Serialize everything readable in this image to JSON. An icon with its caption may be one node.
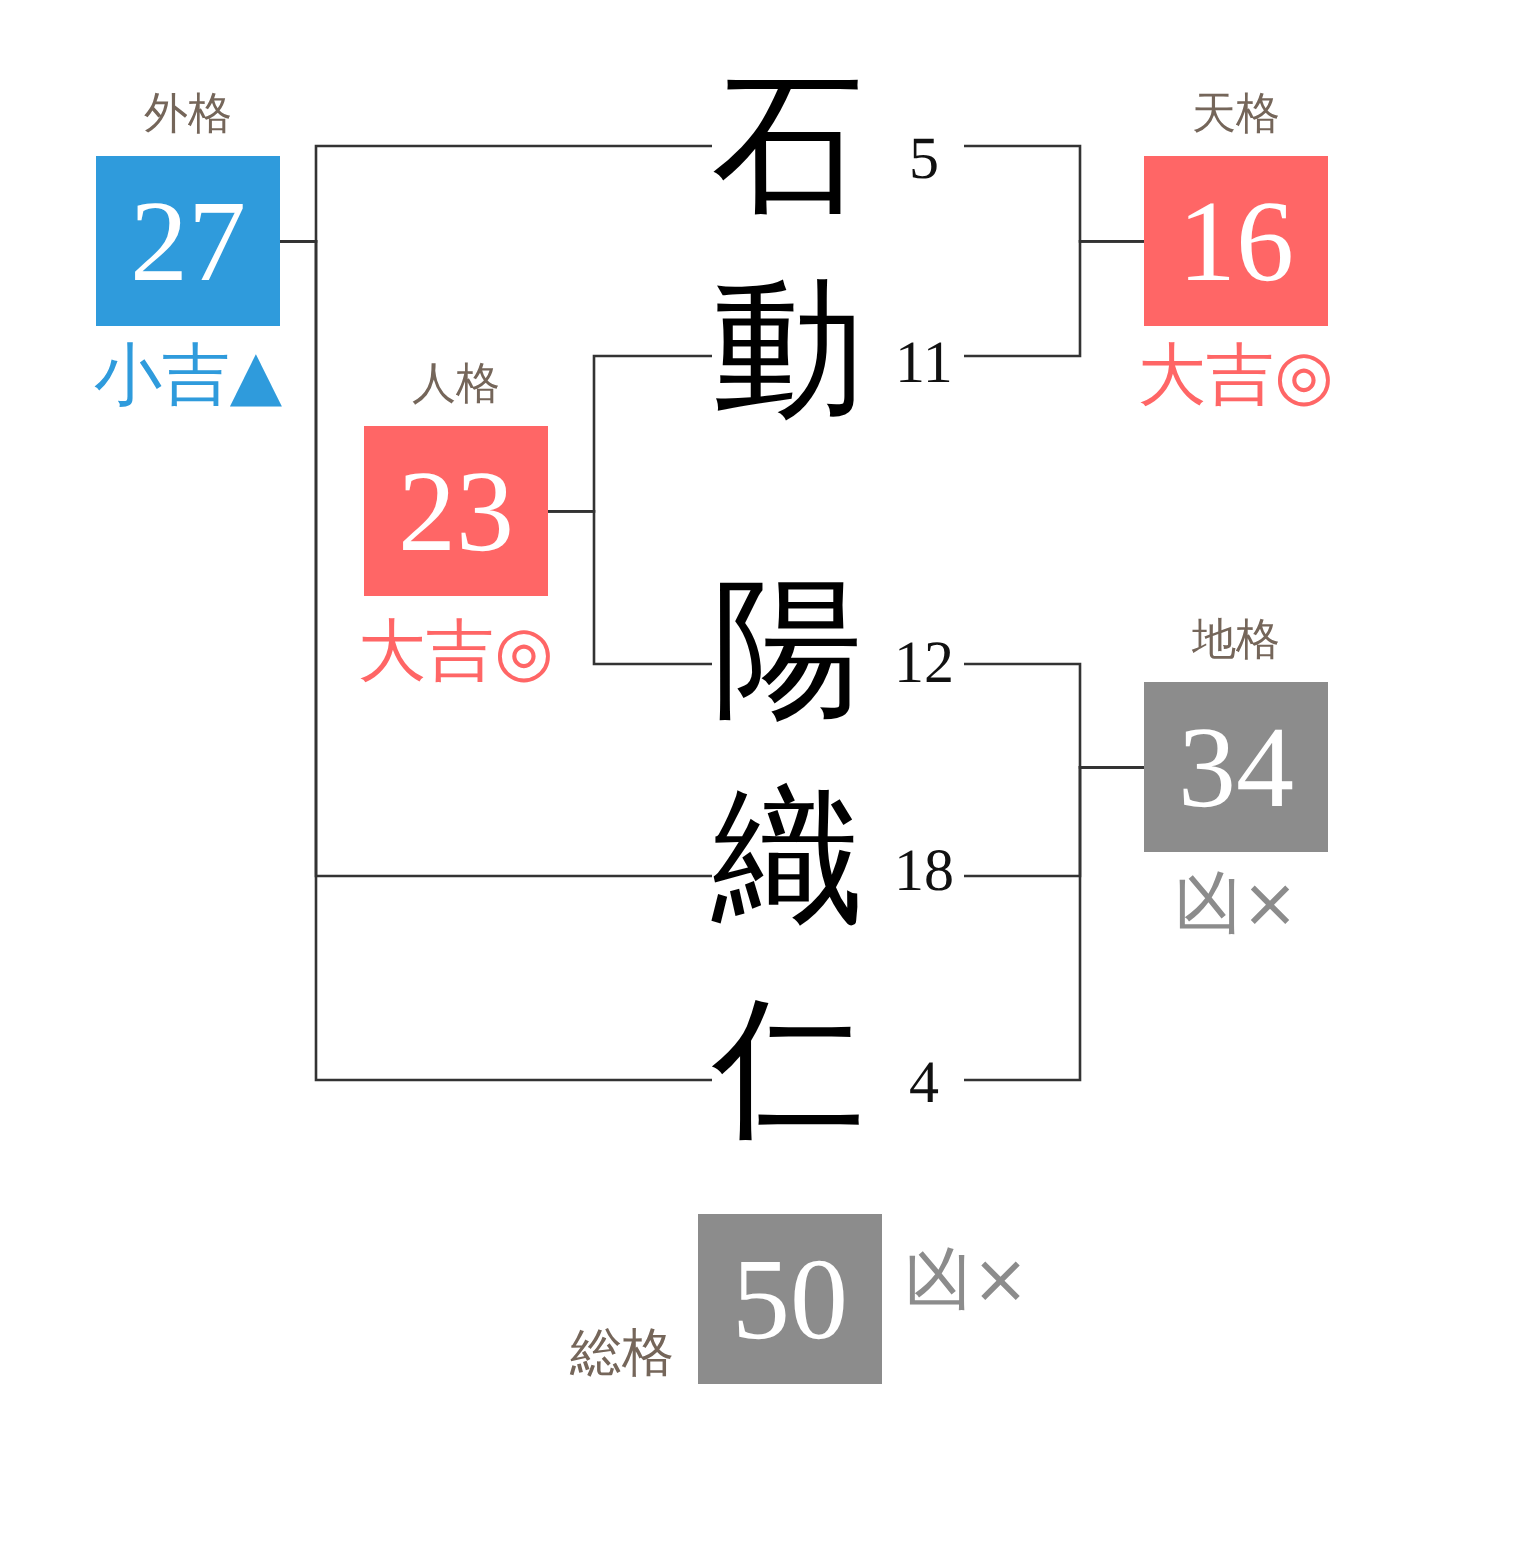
{
  "diagram": {
    "nodes": [
      {
        "text": [
          "外格",
          "27"
        ],
        "beside": [
          "小吉▲"
        ]
      },
      {
        "text": [
          "石",
          "5"
        ]
      },
      {
        "text": [
          "天格",
          "16"
        ],
        "beside": [
          "大吉◎"
        ]
      },
      {
        "text": [
          "動",
          "11"
        ]
      },
      {
        "text": [
          "人格",
          "23"
        ],
        "beside": [
          "大吉◎"
        ]
      },
      {
        "text": [
          "陽",
          "12"
        ]
      },
      {
        "text": [
          "地格",
          "34"
        ],
        "beside": [
          "凶×"
        ]
      },
      {
        "text": [
          "織",
          "18"
        ]
      },
      {
        "text": [
          "仁",
          "4"
        ]
      },
      {
        "text": [
          "総格",
          "50"
        ],
        "beside": [
          "凶×"
        ]
      }
    ],
    "edges": [
      {
        "from": 1,
        "to": 0,
        "arrow": "none"
      },
      {
        "from": 7,
        "to": 0,
        "arrow": "none"
      },
      {
        "from": 8,
        "to": 0,
        "arrow": "none"
      },
      {
        "from": 1,
        "to": 2,
        "arrow": "none"
      },
      {
        "from": 3,
        "to": 2,
        "arrow": "none"
      },
      {
        "from": 3,
        "to": 4,
        "arrow": "none"
      },
      {
        "from": 5,
        "to": 4,
        "arrow": "none"
      },
      {
        "from": 5,
        "to": 6,
        "arrow": "none"
      },
      {
        "from": 7,
        "to": 6,
        "arrow": "none"
      },
      {
        "from": 8,
        "to": 6,
        "arrow": "none"
      }
    ]
  }
}
